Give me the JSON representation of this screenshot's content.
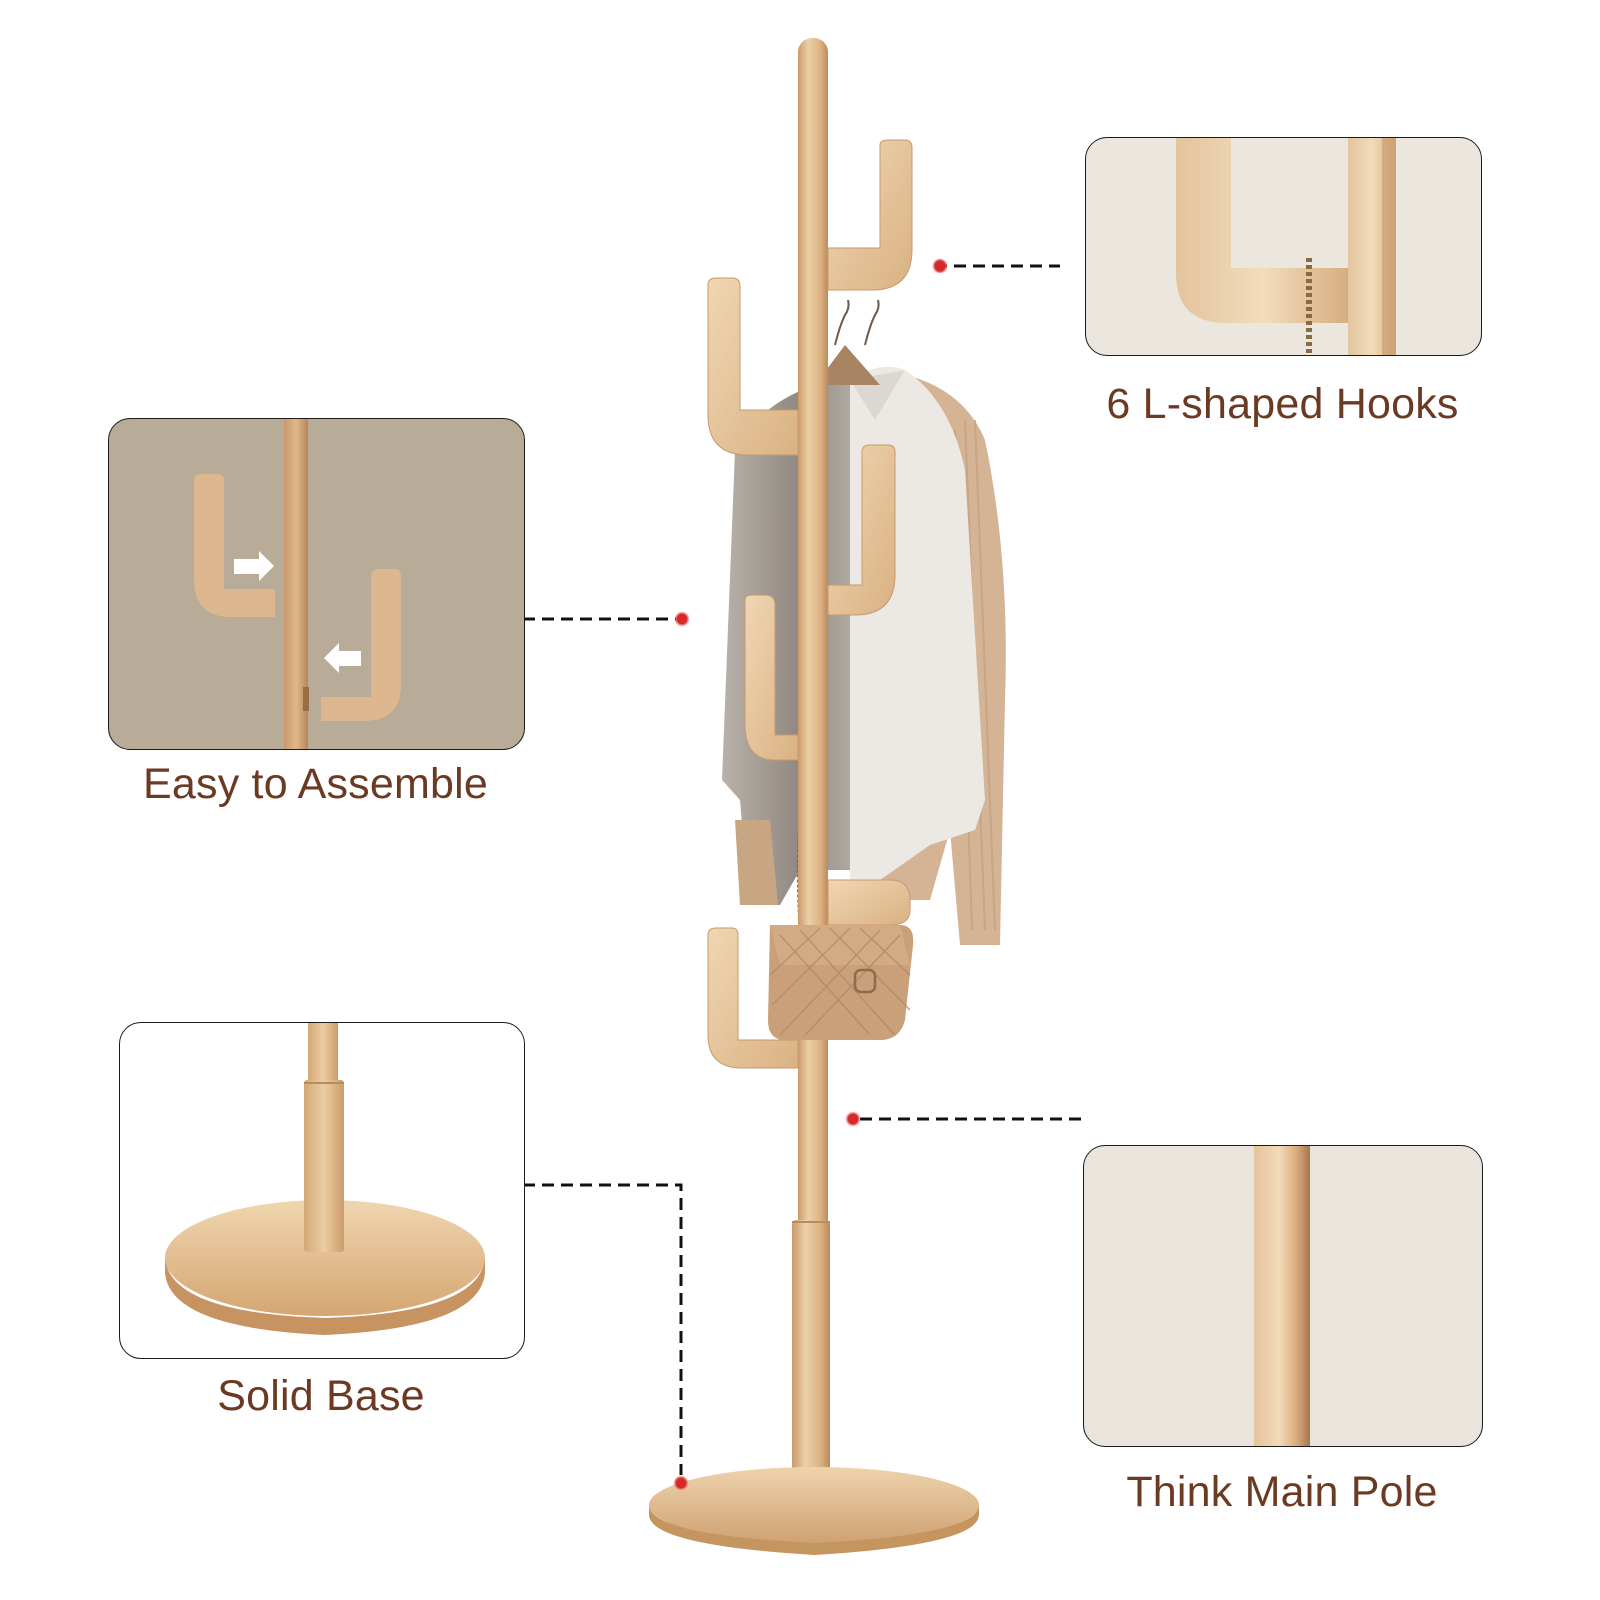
{
  "features": [
    {
      "id": "hooks",
      "label": "6 L-shaped Hooks"
    },
    {
      "id": "assemble",
      "label": "Easy to Assemble"
    },
    {
      "id": "base",
      "label": "Solid Base"
    },
    {
      "id": "pole",
      "label": "Think Main Pole"
    }
  ],
  "product": {
    "type": "wooden coat rack",
    "hook_count": 6,
    "hung_items": [
      "grey shirt",
      "white shirt",
      "beige knit cardigan",
      "quilted handbag"
    ]
  },
  "colors": {
    "caption_text": "#6b3a22",
    "callout_dot": "#d42a2a",
    "connector_line": "#111111",
    "wood_light": "#e8c9a0",
    "wood_mid": "#d8ad7c",
    "wood_dark": "#b98a5c",
    "panel_bg_warm": "#b8ab9a",
    "panel_bg_light": "#e9e4dc"
  }
}
